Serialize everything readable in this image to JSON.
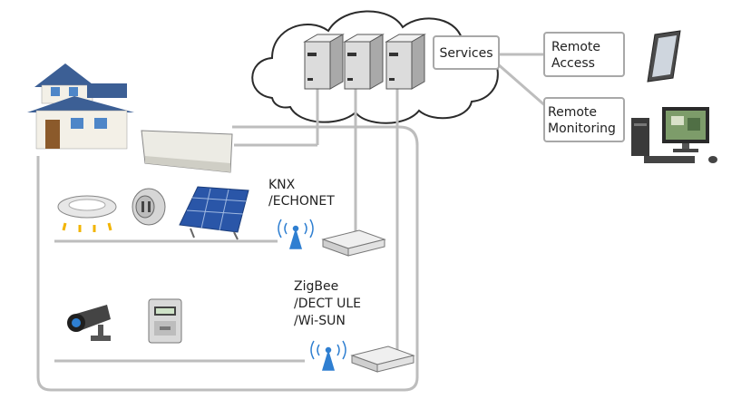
{
  "services": {
    "label": "Services"
  },
  "remote_access": {
    "line1": "Remote",
    "line2": "Access"
  },
  "remote_monitoring": {
    "line1": "Remote",
    "line2": "Monitoring"
  },
  "protocol_knx": {
    "line1": "KNX",
    "line2": "/ECHONET"
  },
  "protocol_zigbee": {
    "line1": "ZigBee",
    "line2": "/DECT ULE",
    "line3": "/Wi-SUN"
  },
  "colors": {
    "line": "#bdbdbd",
    "box_border": "#a8a8a8",
    "roof": "#3c5f95",
    "solar": "#2a56a8",
    "signal": "#2f7fd1",
    "server": "#dcdcdc"
  }
}
